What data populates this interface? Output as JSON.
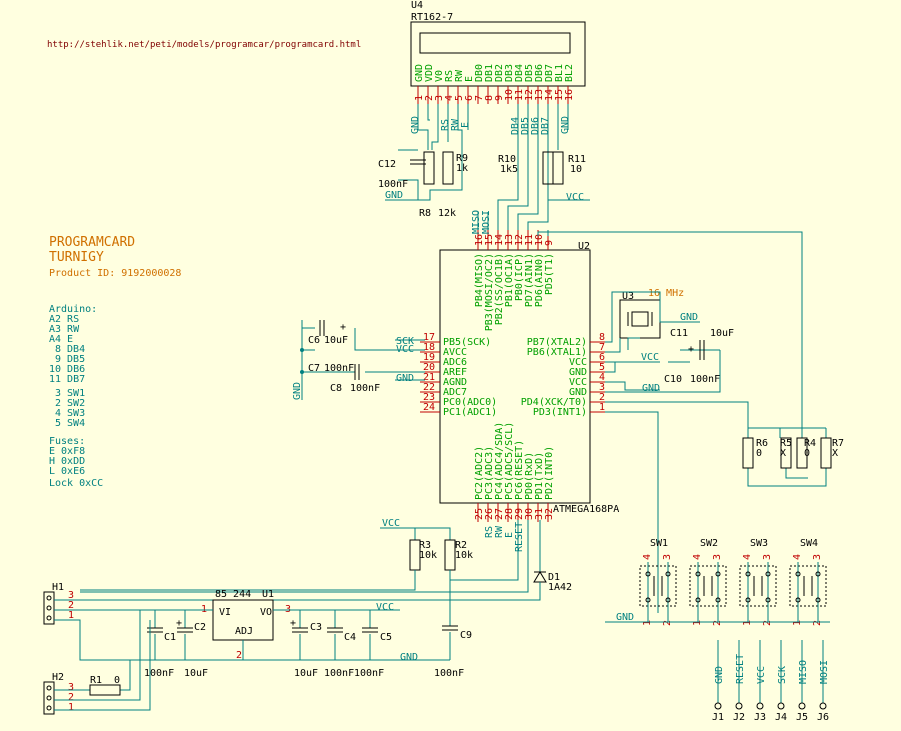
{
  "url": "http://stehlik.net/peti/models/programcar/programcard.html",
  "title1": "PROGRAMCARD",
  "title2": "TURNIGY",
  "product_id": "Product ID: 9192000028",
  "arduino": {
    "heading": "Arduino:",
    "lines": [
      "A2 RS",
      "A3 RW",
      "A4 E",
      "8 DB4",
      "9 DB5",
      "10 DB6",
      "11 DB7",
      "3 SW1",
      "2 SW2",
      "4 SW3",
      "5 SW4"
    ]
  },
  "fuses": {
    "heading": "Fuses:",
    "lines": [
      "E 0xF8",
      "H 0xDD",
      "L 0xE6",
      "Lock 0xCC"
    ]
  },
  "lcd": {
    "ref": "U4",
    "part": "RT162-7",
    "pins": [
      "GND",
      "VDD",
      "V0",
      "RS",
      "RW",
      "E",
      "DB0",
      "DB1",
      "DB2",
      "DB3",
      "DB4",
      "DB5",
      "DB6",
      "DB7",
      "BL1",
      "BL2"
    ],
    "nets": [
      "GND",
      "RS",
      "RW",
      "E",
      "DB4",
      "DB5",
      "DB6",
      "DB7",
      "GND"
    ]
  },
  "mcu": {
    "ref": "U2",
    "part": "ATMEGA168PA",
    "left": [
      {
        "num": "17",
        "name": "PB5(SCK)",
        "net": "SCK"
      },
      {
        "num": "18",
        "name": "AVCC",
        "net": "VCC"
      },
      {
        "num": "19",
        "name": "ADC6",
        "net": ""
      },
      {
        "num": "20",
        "name": "AREF",
        "net": ""
      },
      {
        "num": "21",
        "name": "AGND",
        "net": "GND"
      },
      {
        "num": "22",
        "name": "ADC7",
        "net": ""
      },
      {
        "num": "23",
        "name": "PC0(ADC0)",
        "net": ""
      },
      {
        "num": "24",
        "name": "PC1(ADC1)",
        "net": ""
      }
    ],
    "right": [
      {
        "num": "8",
        "name": "PB7(XTAL2)"
      },
      {
        "num": "7",
        "name": "PB6(XTAL1)"
      },
      {
        "num": "6",
        "name": "VCC"
      },
      {
        "num": "5",
        "name": "GND"
      },
      {
        "num": "4",
        "name": "VCC"
      },
      {
        "num": "3",
        "name": "GND"
      },
      {
        "num": "2",
        "name": "PD4(XCK/T0)"
      },
      {
        "num": "1",
        "name": "PD3(INT1)"
      }
    ],
    "top": [
      {
        "num": "16",
        "name": "PB4(MISO)"
      },
      {
        "num": "15",
        "name": "PB3(MOSI/OC2)"
      },
      {
        "num": "14",
        "name": "PB2(SS/OC1B)"
      },
      {
        "num": "13",
        "name": "PB1(OC1A)"
      },
      {
        "num": "12",
        "name": "PB0(ICP)"
      },
      {
        "num": "11",
        "name": "PD7(AIN1)"
      },
      {
        "num": "10",
        "name": "PD6(AIN0)"
      },
      {
        "num": "9",
        "name": "PD5(T1)"
      }
    ],
    "top_nets": [
      "MISO",
      "MOSI"
    ],
    "bottom": [
      {
        "num": "25",
        "name": "PC2(ADC2)"
      },
      {
        "num": "26",
        "name": "PC3(ADC3)"
      },
      {
        "num": "27",
        "name": "PC4(ADC4/SDA)"
      },
      {
        "num": "28",
        "name": "PC5(ADC5/SCL)"
      },
      {
        "num": "29",
        "name": "PC6(RESET)"
      },
      {
        "num": "30",
        "name": "PD0(RxD)"
      },
      {
        "num": "31",
        "name": "PD1(TxD)"
      },
      {
        "num": "32",
        "name": "PD2(INT0)"
      }
    ],
    "bottom_nets": [
      "RS",
      "RW",
      "E",
      "RESET"
    ]
  },
  "crystal": {
    "ref": "U3",
    "freq": "16 MHz",
    "net_top": "GND",
    "net_bot": "VCC"
  },
  "regulator": {
    "ref": "U1",
    "top": "85  244",
    "vi": "VI",
    "vo": "VO",
    "adj": "ADJ",
    "pin1": "1",
    "pin2": "2",
    "pin3": "3"
  },
  "diode": {
    "ref": "D1",
    "part": "1A42"
  },
  "resistors": [
    {
      "ref": "R9",
      "val": "1k"
    },
    {
      "ref": "R8",
      "val": "12k"
    },
    {
      "ref": "R10",
      "val": "1k5"
    },
    {
      "ref": "R11",
      "val": "10"
    },
    {
      "ref": "R3",
      "val": "10k"
    },
    {
      "ref": "R2",
      "val": "10k"
    },
    {
      "ref": "R1",
      "val": "0"
    },
    {
      "ref": "R6",
      "val": "0"
    },
    {
      "ref": "R5",
      "val": "X"
    },
    {
      "ref": "R4",
      "val": "0"
    },
    {
      "ref": "R7",
      "val": "X"
    }
  ],
  "capacitors": [
    {
      "ref": "C12",
      "val": "100nF"
    },
    {
      "ref": "C6",
      "val": "10uF"
    },
    {
      "ref": "C7",
      "val": "100nF"
    },
    {
      "ref": "C8",
      "val": "100nF"
    },
    {
      "ref": "C11",
      "val": "10uF"
    },
    {
      "ref": "C10",
      "val": "100nF"
    },
    {
      "ref": "C1",
      "val": "100nF"
    },
    {
      "ref": "C2",
      "val": "10uF"
    },
    {
      "ref": "C3",
      "val": "10uF"
    },
    {
      "ref": "C4",
      "val": "100nF"
    },
    {
      "ref": "C5",
      "val": "100nF"
    },
    {
      "ref": "C9",
      "val": "100nF"
    }
  ],
  "switches": [
    {
      "ref": "SW1"
    },
    {
      "ref": "SW2"
    },
    {
      "ref": "SW3"
    },
    {
      "ref": "SW4"
    }
  ],
  "switch_pins": {
    "top_l": "4",
    "top_r": "3",
    "bot_l": "1",
    "bot_r": "2"
  },
  "headers": [
    {
      "ref": "H1",
      "pins": [
        "3",
        "2",
        "1"
      ]
    },
    {
      "ref": "H2",
      "pins": [
        "3",
        "2",
        "1"
      ]
    }
  ],
  "jumpers": [
    {
      "ref": "J1",
      "net": "GND"
    },
    {
      "ref": "J2",
      "net": "RESET"
    },
    {
      "ref": "J3",
      "net": "VCC"
    },
    {
      "ref": "J4",
      "net": "SCK"
    },
    {
      "ref": "J5",
      "net": "MISO"
    },
    {
      "ref": "J6",
      "net": "MOSI"
    }
  ],
  "nets": {
    "vcc": "VCC",
    "gnd": "GND",
    "plus": "+"
  }
}
